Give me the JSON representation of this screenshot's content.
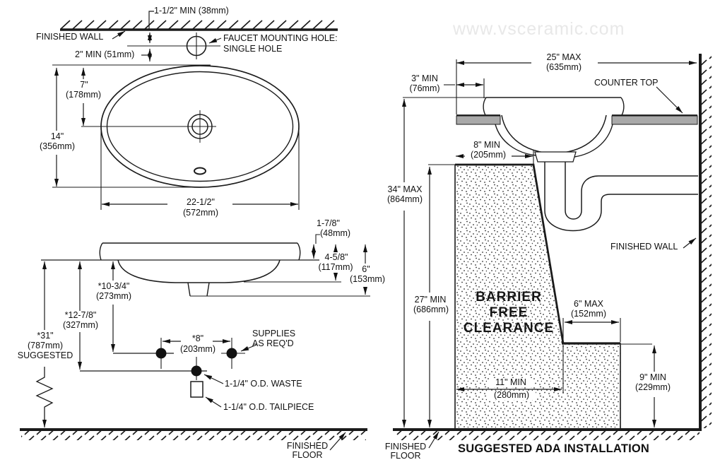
{
  "watermark": "www.vsceramic.com",
  "plan": {
    "wall_offset": "1-1/2\" MIN (38mm)",
    "finished_wall": "FINISHED WALL",
    "edge_offset": "2\" MIN (51mm)",
    "faucet_line1": "FAUCET MOUNTING HOLE:",
    "faucet_line2": "SINGLE HOLE",
    "drain_setback_in": "7\"",
    "drain_setback_mm": "(178mm)",
    "width_in": "14\"",
    "width_mm": "(356mm)",
    "length_in": "22-1/2\"",
    "length_mm": "(572mm)"
  },
  "side": {
    "rim_in": "1-7/8\"",
    "rim_mm": "(48mm)",
    "bowl_in": "4-5/8\"",
    "bowl_mm": "(117mm)",
    "overall_in": "6\"",
    "overall_mm": "(153mm)",
    "supplies_drop_in": "*10-3/4\"",
    "supplies_drop_mm": "(273mm)",
    "waste_drop_in": "*12-7/8\"",
    "waste_drop_mm": "(327mm)",
    "height_in": "*31\"",
    "height_mm": "(787mm)",
    "height_note": "SUGGESTED",
    "supplies_span_in": "*8\"",
    "supplies_span_mm": "(203mm)",
    "supplies_line1": "SUPPLIES",
    "supplies_line2": "AS REQ'D",
    "waste_label": "1-1/4\" O.D. WASTE",
    "tailpiece_label": "1-1/4\" O.D. TAILPIECE",
    "floor_line1": "FINISHED",
    "floor_line2": "FLOOR"
  },
  "ada": {
    "counter_depth_in": "25\" MAX",
    "counter_depth_mm": "(635mm)",
    "front_offset_in": "3\" MIN",
    "front_offset_mm": "(76mm)",
    "counter_top": "COUNTER TOP",
    "apron_in": "8\" MIN",
    "apron_mm": "(205mm)",
    "counter_height_in": "34\" MAX",
    "counter_height_mm": "(864mm)",
    "finished_wall": "FINISHED WALL",
    "knee_height_in": "27\" MIN",
    "knee_height_mm": "(686mm)",
    "clearance_line1": "BARRIER",
    "clearance_line2": "FREE",
    "clearance_line3": "CLEARANCE",
    "toe_depth_in": "6\" MAX",
    "toe_depth_mm": "(152mm)",
    "knee_depth_in": "11\" MIN",
    "knee_depth_mm": "(280mm)",
    "toe_height_in": "9\" MIN",
    "toe_height_mm": "(229mm)",
    "floor_line1": "FINISHED",
    "floor_line2": "FLOOR",
    "title": "SUGGESTED ADA INSTALLATION"
  },
  "colors": {
    "line": "#1b1b1b",
    "counter_gray": "#a9a9a9",
    "watermark": "#e8e8e8"
  }
}
